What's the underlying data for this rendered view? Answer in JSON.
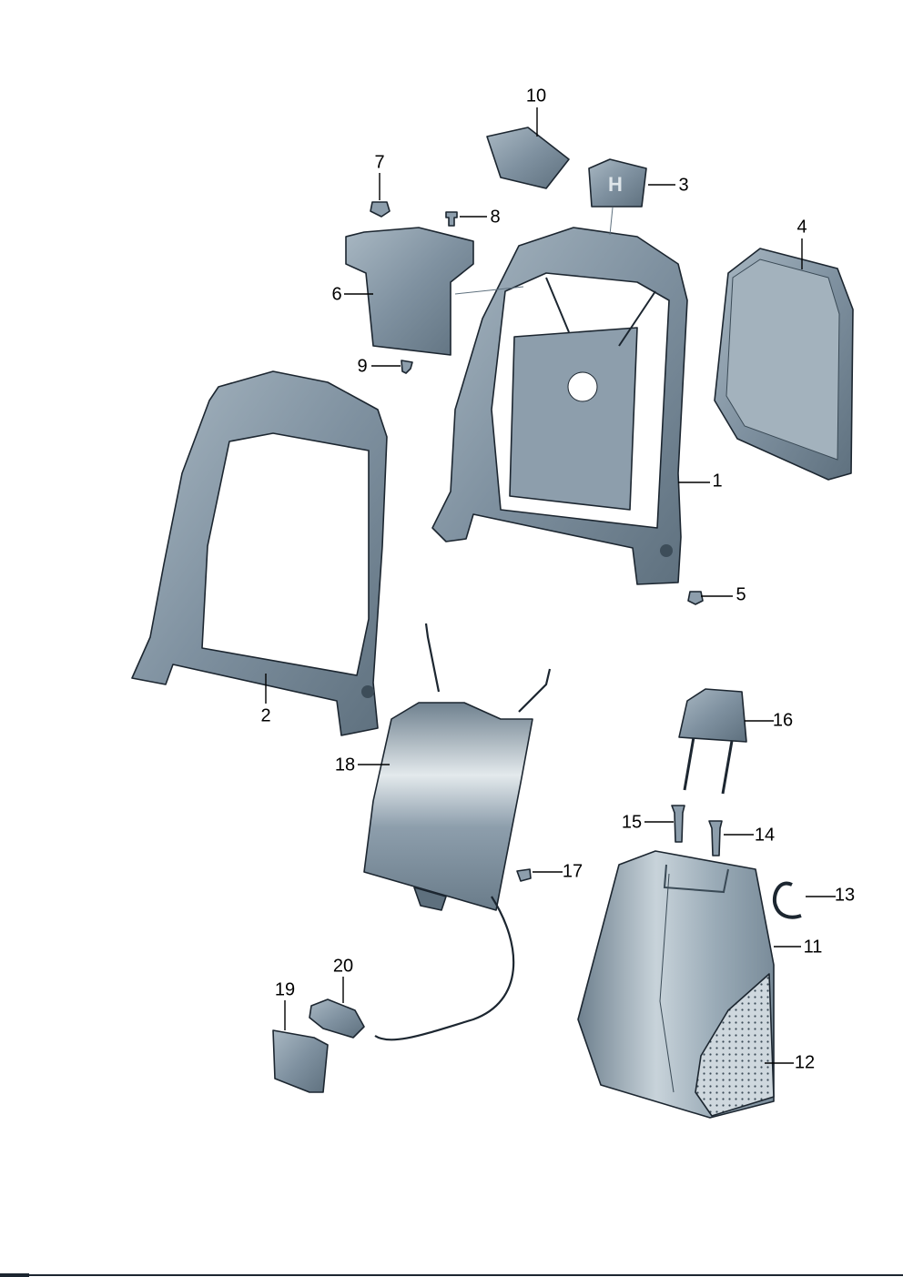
{
  "diagram": {
    "callouts": {
      "c1": "1",
      "c2": "2",
      "c3": "3",
      "c4": "4",
      "c5": "5",
      "c6": "6",
      "c7": "7",
      "c8": "8",
      "c9": "9",
      "c10": "10",
      "c11": "11",
      "c12": "12",
      "c13": "13",
      "c14": "14",
      "c15": "15",
      "c16": "16",
      "c17": "17",
      "c18": "18",
      "c19": "19",
      "c20": "20"
    },
    "colors": {
      "part_fill": "#8d9eac",
      "part_dark": "#5e707e",
      "part_light": "#dfe6ea",
      "outline": "#1c2630"
    }
  }
}
